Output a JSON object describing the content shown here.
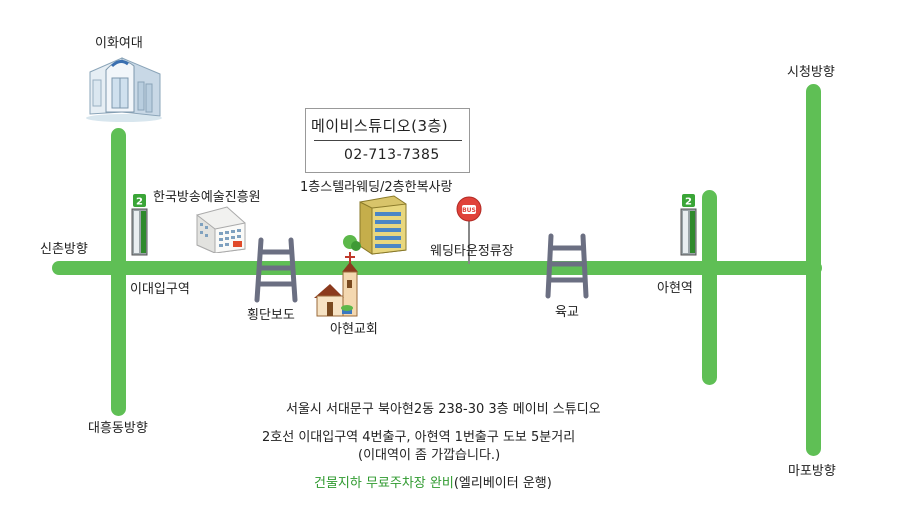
{
  "places": {
    "ewha": "이화여대",
    "city_hall_dir": "시청방향",
    "sinchon_dir": "신촌방향",
    "daeheung_dir": "대흥동방향",
    "mapo_dir": "마포방향",
    "kbs_arts": "한국방송예술진흥원",
    "idae_station": "이대입구역",
    "crosswalk": "횡단보도",
    "church": "아현교회",
    "building_floors": "1층스텔라웨딩/2층한복사랑",
    "bus_stop": "웨딩타운정류장",
    "overpass": "육교",
    "ahyeon_station": "아현역"
  },
  "info_box": {
    "title": "메이비스튜디오(3층)",
    "phone": "02-713-7385"
  },
  "footer": {
    "address": "서울시 서대문구 북아현2동 238-30 3층 메이비 스튜디오",
    "directions": "2호선 이대입구역 4번출구, 아현역 1번출구 도보 5분거리",
    "note": "(이대역이 좀 가깝습니다.)",
    "parking_highlight": "건물지하 무료주차장 완비",
    "parking_rest": "(엘리베이터 운행)"
  },
  "subway": {
    "line_number": "2",
    "line_color": "#3aa537"
  },
  "bus_badge": "BUS",
  "colors": {
    "road": "#5fbf55",
    "highlight_text": "#2f9a2f"
  }
}
